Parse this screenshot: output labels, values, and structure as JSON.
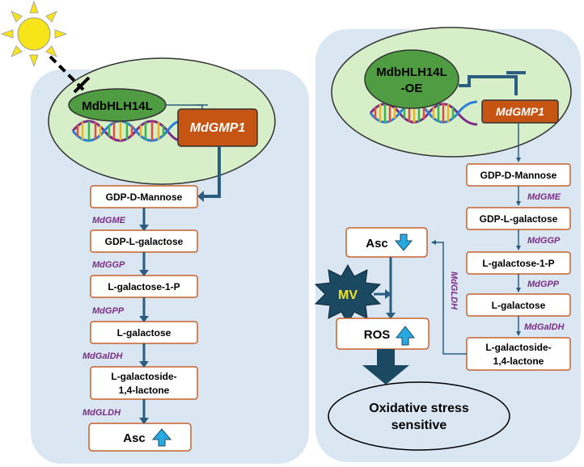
{
  "left": {
    "tf_label": "MdbHLH14L",
    "gene_label": "MdGMP1",
    "steps": [
      "GDP-D-Mannose",
      "GDP-L-galactose",
      "L-galactose-1-P",
      "L-galactose",
      "L-galactoside-",
      "1,4-lactone",
      "Asc"
    ],
    "enzymes": [
      "MdGME",
      "MdGGP",
      "MdGPP",
      "MdGalDH",
      "MdGLDH"
    ]
  },
  "right": {
    "tf_label_line1": "MdbHLH14L",
    "tf_label_line2": "-OE",
    "gene_label": "MdGMP1",
    "steps": [
      "GDP-D-Mannose",
      "GDP-L-galactose",
      "L-galactose-1-P",
      "L-galactose",
      "L-galactoside-",
      "1,4-lactone"
    ],
    "enzymes": [
      "MdGME",
      "MdGGP",
      "MdGPP",
      "MdGalDH",
      "MdGLDH"
    ],
    "asc_label": "Asc",
    "ros_label": "ROS",
    "mv_label": "MV",
    "outcome_line1": "Oxidative stress",
    "outcome_line2": "sensitive"
  },
  "colors": {
    "panel_bg": "#dbe6f3",
    "nucleus_fill": "#d7efc9",
    "tf_fill": "#4f9c42",
    "gene_fill": "#c65413",
    "box_border": "#c8602a",
    "enzyme_text": "#7b2d86",
    "arrow": "#2a5d80",
    "up_arrow": "#27a9e1",
    "mv_fill": "#1b4961",
    "mv_text": "#f4e21b",
    "sun": "#f7e51a"
  },
  "icons": [
    "sun-icon",
    "up-arrow-icon",
    "down-arrow-icon",
    "dna-helix-icon"
  ]
}
